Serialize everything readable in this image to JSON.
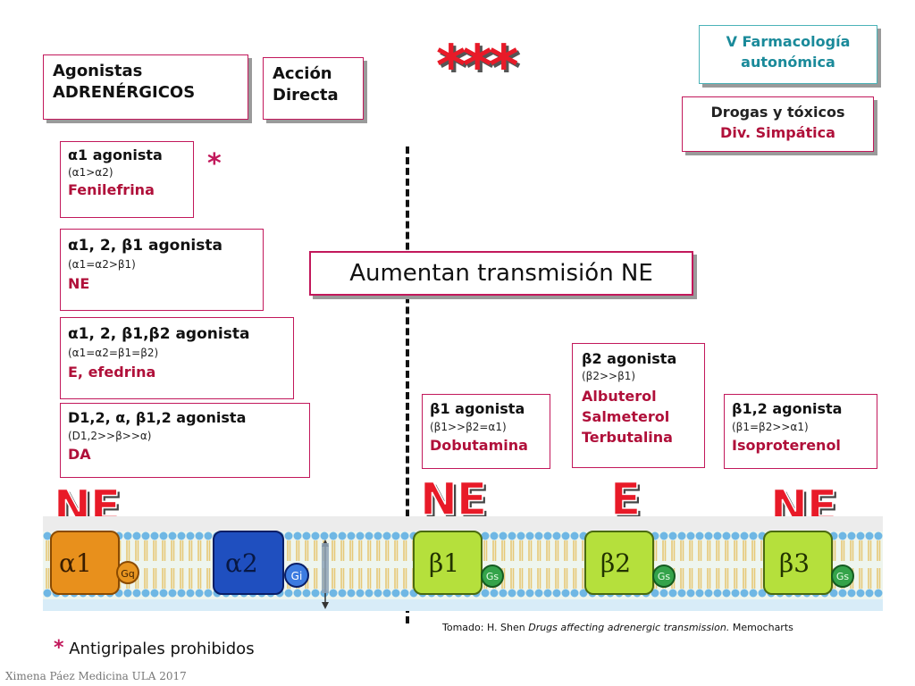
{
  "header": {
    "agonistas_line1": "Agonistas",
    "agonistas_line2": "ADRENÉRGICOS",
    "accion_line1": "Acción",
    "accion_line2": "Directa",
    "stars": "***",
    "farmacologia_line1": "V Farmacología",
    "farmacologia_line2": "autonómica",
    "drogas_line1": "Drogas  y tóxicos",
    "drogas_line2": "Div. Simpática"
  },
  "left_boxes": {
    "a1": {
      "title": "α1 agonista",
      "sub": "(α1>α2)",
      "drug": "Fenilefrina"
    },
    "a1a2b1": {
      "title": "α1, 2, β1 agonista",
      "sub": "(α1=α2>β1)",
      "drug": "NE"
    },
    "a1a2b1b2": {
      "title": "α1, 2, β1,β2 agonista",
      "sub": "(α1=α2=β1=β2)",
      "drug": "E, efedrina"
    },
    "d12": {
      "title": "D1,2, α, β1,2 agonista",
      "sub": "(D1,2>>β>>α)",
      "drug": "DA"
    }
  },
  "asterisk": "*",
  "center_label": "Aumentan transmisión NE",
  "right_boxes": {
    "b1": {
      "title": "β1 agonista",
      "sub": "(β1>>β2=α1)",
      "drug": "Dobutamina"
    },
    "b2": {
      "title": "β2 agonista",
      "sub": "(β2>>β1)",
      "drug1": "Albuterol",
      "drug2": "Salmeterol",
      "drug3": "Terbutalina"
    },
    "b12": {
      "title": "β1,2 agonista",
      "sub": "(β1=β2>>α1)",
      "drug": "Isoproterenol"
    }
  },
  "big_labels": {
    "ne1": "NE",
    "ne2": "NE",
    "e": "E",
    "ne3": "NE"
  },
  "receptors": [
    {
      "name": "α1",
      "protein": "Gq",
      "color": "#e8901c"
    },
    {
      "name": "α2",
      "protein": "Gi",
      "color": "#1f4fbf"
    },
    {
      "name": "β1",
      "protein": "Gs",
      "color": "#9acd32"
    },
    {
      "name": "β2",
      "protein": "Gs",
      "color": "#9acd32"
    },
    {
      "name": "β3",
      "protein": "Gs",
      "color": "#9acd32"
    }
  ],
  "source": {
    "prefix": "Tomado: H. Shen ",
    "book": "Drugs affecting adrenergic transmission.",
    "suffix": " Memocharts"
  },
  "footnote": {
    "star": "*",
    "text": " Antigripales prohibidos"
  },
  "credit": "Ximena Páez Medicina ULA 2017"
}
